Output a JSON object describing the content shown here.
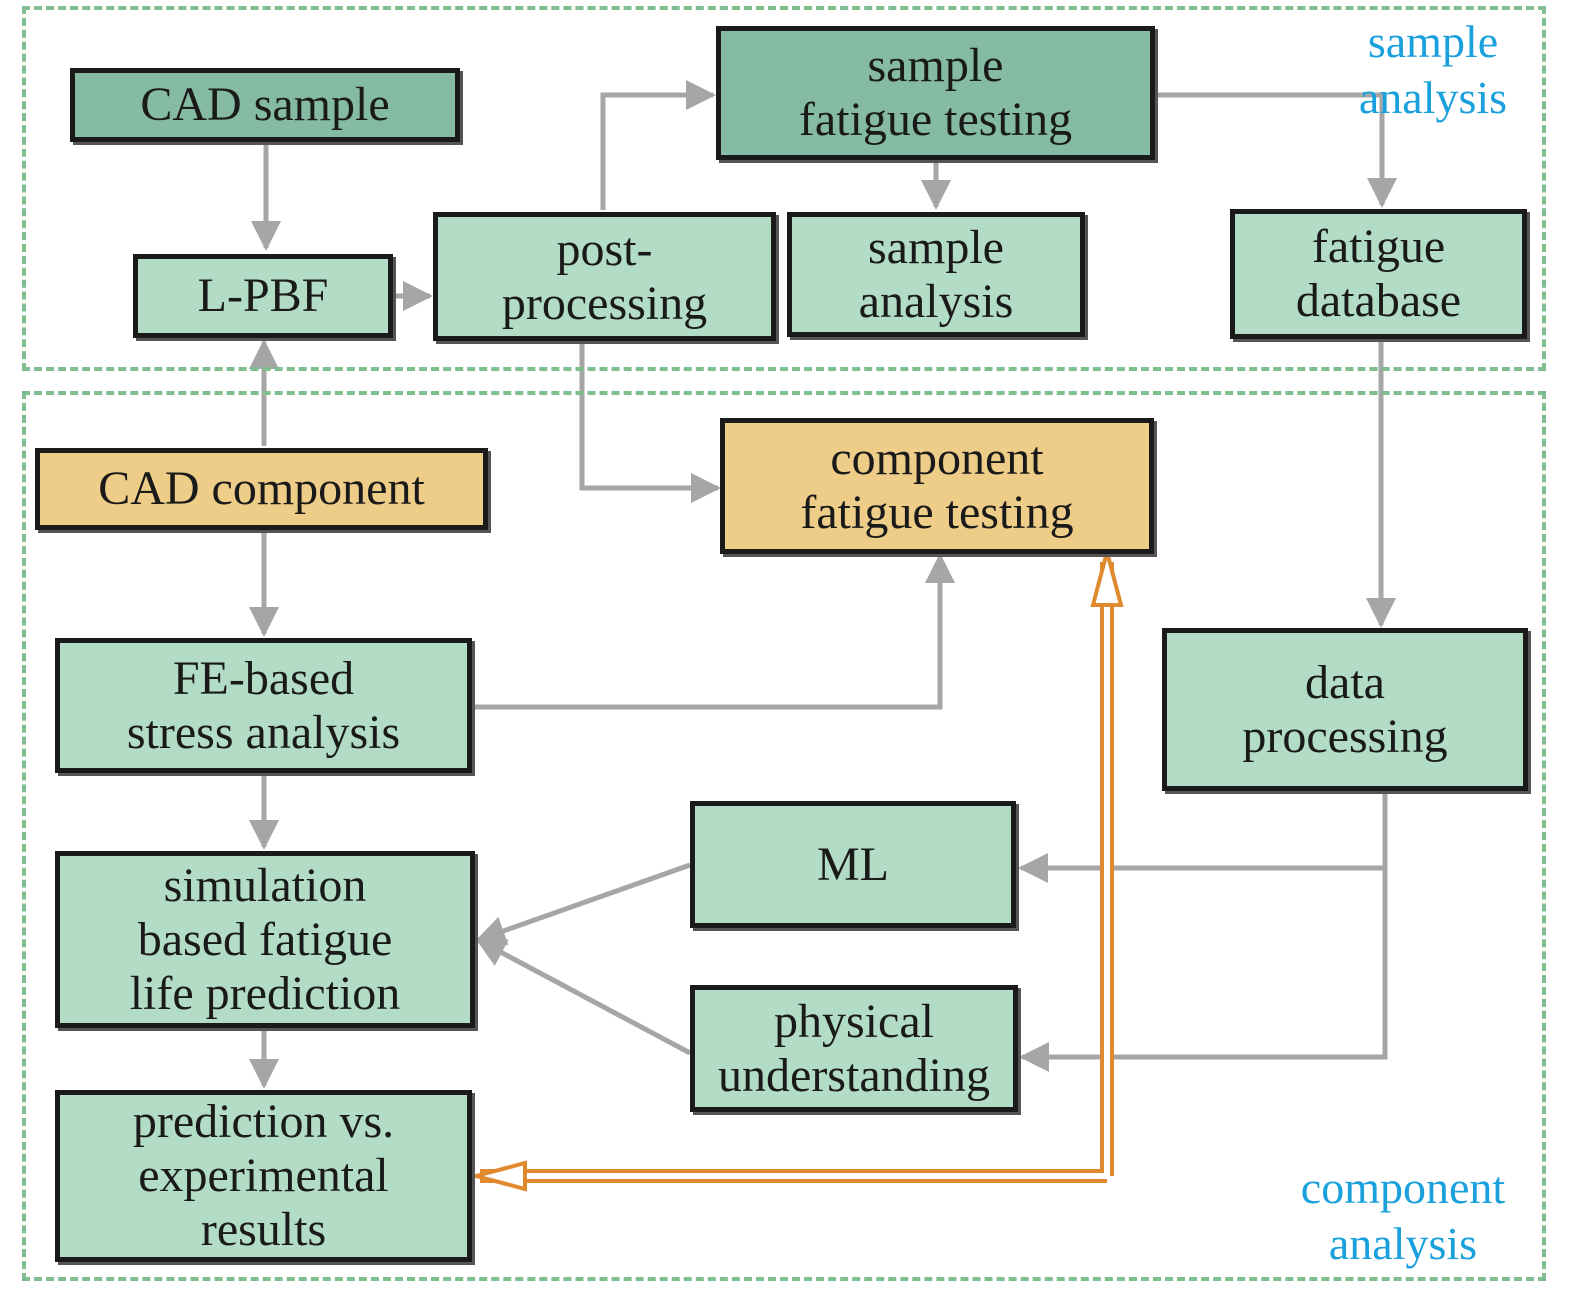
{
  "colors": {
    "green_dark": "#84bba2",
    "green_light": "#b3dcc6",
    "orange": "#edcd87",
    "arrow_gray": "#a6a6a6",
    "arrow_orange": "#e08a30",
    "region_border": "#7fbf8f",
    "region_label": "#1aa0dc"
  },
  "regions": {
    "sample": {
      "label": "sample\nanalysis"
    },
    "component": {
      "label": "component\nanalysis"
    }
  },
  "nodes": {
    "cad_sample": {
      "label": "CAD sample"
    },
    "lpbf": {
      "label": "L-PBF"
    },
    "post_processing": {
      "label": "post-\nprocessing"
    },
    "sample_fatigue_testing": {
      "label": "sample\nfatigue testing"
    },
    "sample_analysis": {
      "label": "sample\nanalysis"
    },
    "fatigue_database": {
      "label": "fatigue\ndatabase"
    },
    "cad_component": {
      "label": "CAD component"
    },
    "component_fatigue_testing": {
      "label": "component\nfatigue testing"
    },
    "fe_stress_analysis": {
      "label": "FE-based\nstress analysis"
    },
    "data_processing": {
      "label": "data\nprocessing"
    },
    "ml": {
      "label": "ML"
    },
    "physical_understanding": {
      "label": "physical\nunderstanding"
    },
    "simulation_prediction": {
      "label": "simulation\nbased fatigue\nlife prediction"
    },
    "prediction_vs_experimental": {
      "label": "prediction vs.\nexperimental\nresults"
    }
  }
}
